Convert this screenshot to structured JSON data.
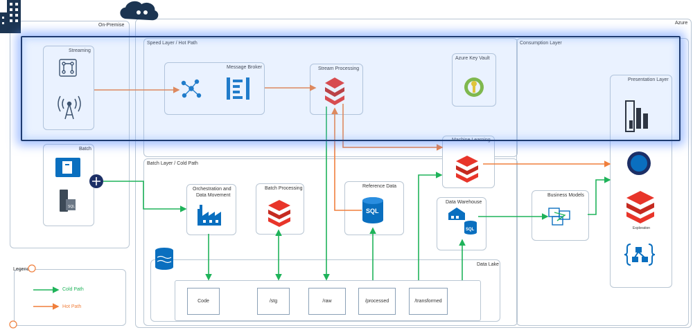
{
  "regions": {
    "on_premise": "On-Premise",
    "azure": "Azure",
    "speed_layer": "Speed Layer / Hot Path",
    "batch_layer": "Batch Layer / Cold Path",
    "consumption_layer": "Consumption Layer",
    "presentation_layer": "Presentation Layer",
    "data_lake": "Data Lake"
  },
  "nodes": {
    "streaming": "Streaming",
    "batch": "Batch",
    "message_broker": "Message Broker",
    "stream_processing": "Stream Processing",
    "azure_key_vault": "Azure Key Vault",
    "machine_learning": "Machine Learning",
    "orchestration_line1": "Orchestration and",
    "orchestration_line2": "Data Movement",
    "batch_processing": "Batch Processing",
    "reference_data": "Reference Data",
    "data_warehouse": "Data Warehouse",
    "business_models": "Business Models",
    "exploration": "Exploration"
  },
  "lake_folders": [
    "Code",
    "/stg",
    "/raw",
    "/processed",
    "/transformed"
  ],
  "legend": {
    "title": "Legend",
    "cold": "Cold Path",
    "hot": "Hot Path"
  },
  "colors": {
    "hot": "#f07f3c",
    "cold": "#1fb35a",
    "azure_blue": "#0a6fbf",
    "databricks_red": "#e8352a",
    "highlight": "#1e3b70"
  }
}
